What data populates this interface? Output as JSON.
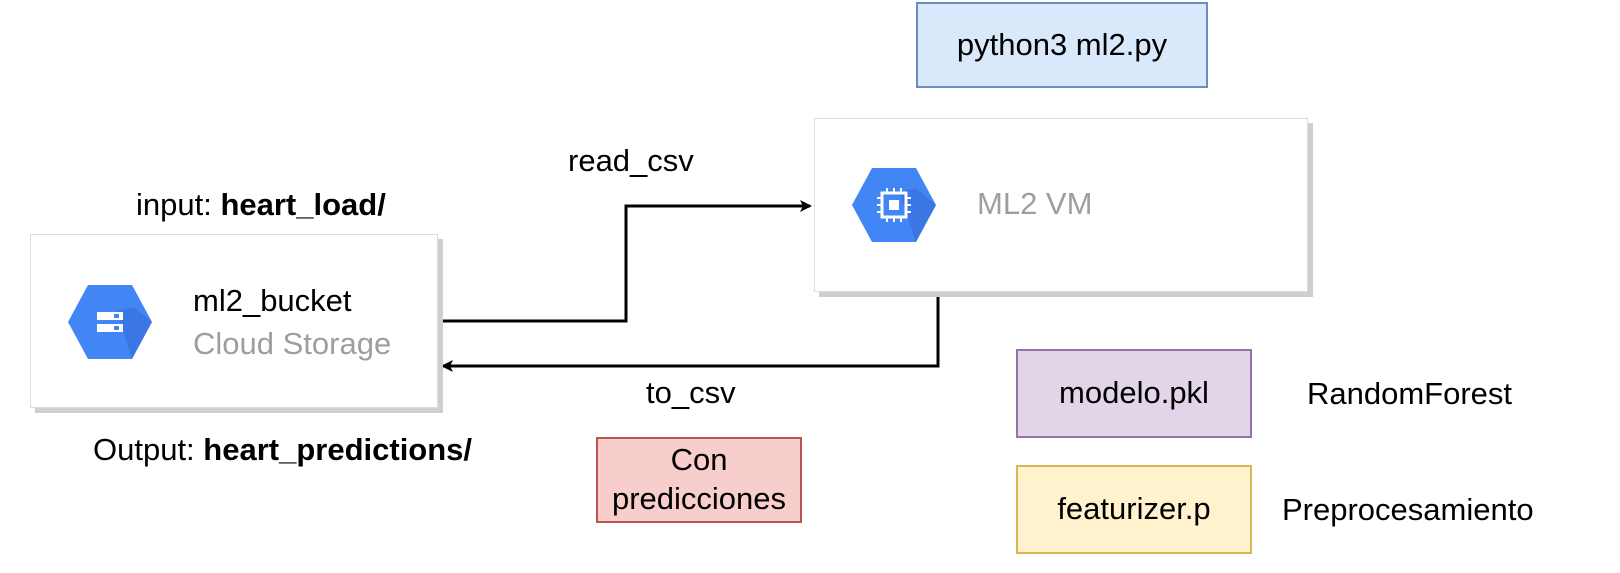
{
  "bucket": {
    "input_prefix": "input: ",
    "input_path": "heart_load/",
    "name": "ml2_bucket",
    "service": "Cloud Storage",
    "output_prefix": "Output: ",
    "output_path": "heart_predictions/"
  },
  "vm": {
    "name": "ML2 VM",
    "command": "python3 ml2.py"
  },
  "edges": {
    "read_label": "read_csv",
    "write_label": "to_csv"
  },
  "notes": {
    "predictions": "Con predicciones",
    "model_file": "modelo.pkl",
    "model_desc": "RandomForest",
    "featurizer_file": "featurizer.p",
    "featurizer_desc": "Preprocesamiento"
  },
  "colors": {
    "gcp_blue": "#4285f4",
    "command_fill": "#dae8fc",
    "command_border": "#6c8ebf",
    "predictions_fill": "#f8cecc",
    "predictions_border": "#b85450",
    "model_fill": "#e1d5e7",
    "model_border": "#9673a6",
    "featurizer_fill": "#fff2cc",
    "featurizer_border": "#d6b656"
  },
  "icons": [
    "storage-icon",
    "compute-engine-icon"
  ]
}
